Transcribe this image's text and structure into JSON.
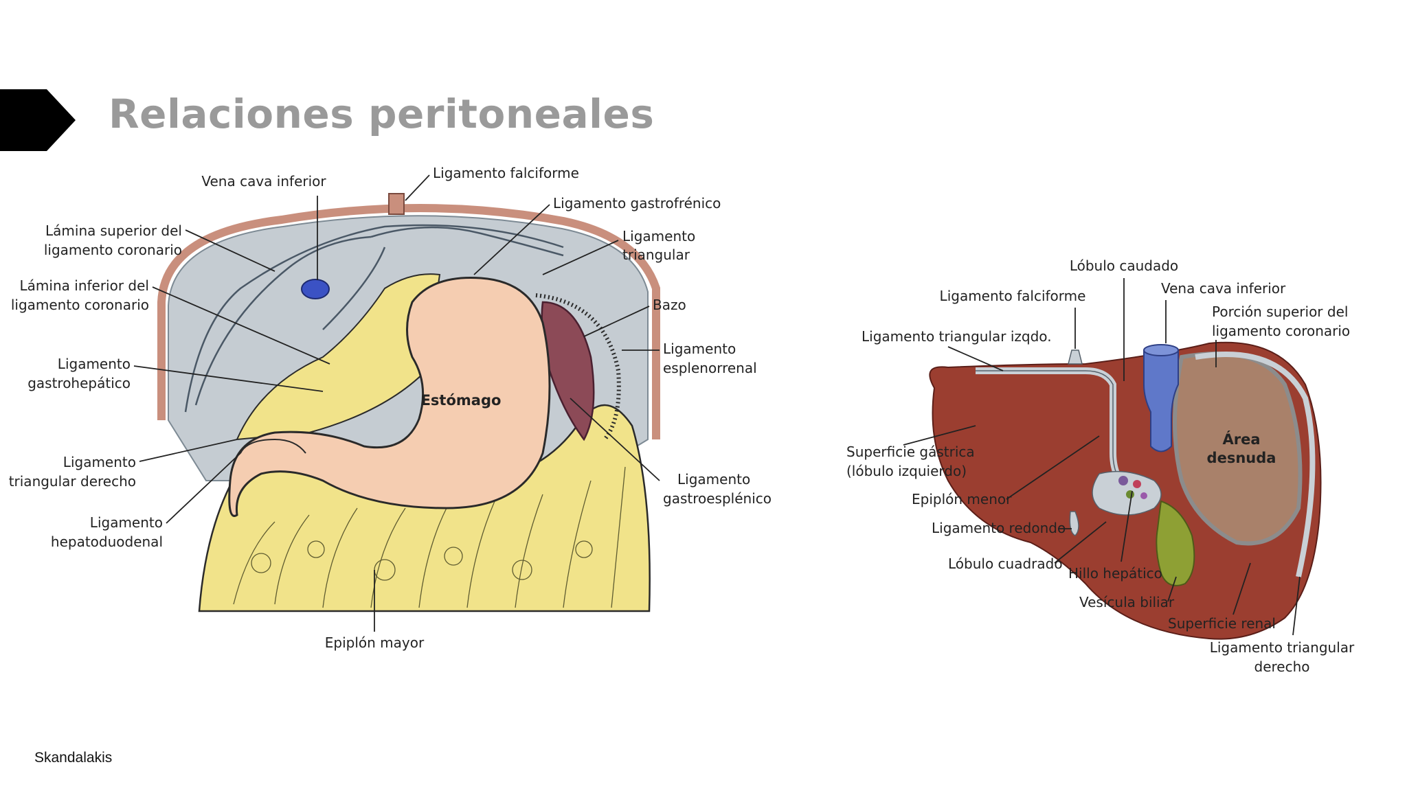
{
  "slide": {
    "title": "Relaciones peritoneales",
    "credit": "Skandalakis"
  },
  "colors": {
    "title_gray": "#9a9a9a",
    "tab_black": "#000000",
    "peritoneum_gray": "#c5ccd2",
    "omentum_yellow": "#f1e38a",
    "stomach_pink": "#f5cdb1",
    "spleen_mauve": "#8c4a57",
    "liver_brown": "#9b3e30",
    "bare_area": "#a9816a",
    "ivc_blue": "#5f78c9",
    "gallbladder_green": "#8ea034"
  },
  "left_figure": {
    "organ_label": "Estómago",
    "labels": {
      "vena_cava": "Vena cava inferior",
      "falciforme": "Ligamento falciforme",
      "gastrofrenico": "Ligamento gastrofrénico",
      "triangular_1": "Ligamento",
      "triangular_2": "triangular",
      "lam_sup_1": "Lámina superior del",
      "lam_sup_2": "ligamento coronario",
      "lam_inf_1": "Lámina inferior del",
      "lam_inf_2": "ligamento coronario",
      "bazo": "Bazo",
      "esplenorrenal_1": "Ligamento",
      "esplenorrenal_2": "esplenorrenal",
      "gastrohep_1": "Ligamento",
      "gastrohep_2": "gastrohepático",
      "tri_der_1": "Ligamento",
      "tri_der_2": "triangular derecho",
      "gastroespl_1": "Ligamento",
      "gastroespl_2": "gastroesplénico",
      "hepatoduod_1": "Ligamento",
      "hepatoduod_2": "hepatoduodenal",
      "epiplon_mayor": "Epiplón mayor"
    }
  },
  "right_figure": {
    "area_1": "Área",
    "area_2": "desnuda",
    "labels": {
      "lobulo_caudado": "Lóbulo caudado",
      "falciforme": "Ligamento falciforme",
      "vena_cava": "Vena cava inferior",
      "coron_1": "Porción superior del",
      "coron_2": "ligamento coronario",
      "tri_izq": "Ligamento triangular izqdo.",
      "sup_gastrica_1": "Superficie gástrica",
      "sup_gastrica_2": "(lóbulo izquierdo)",
      "epiplon_menor": "Epiplón menor",
      "redondo": "Ligamento redondo",
      "cuadrado": "Lóbulo cuadrado",
      "hilio": "Hillo hepático",
      "vesicula": "Vesícula biliar",
      "renal": "Superficie renal",
      "tri_der_1": "Ligamento triangular",
      "tri_der_2": "derecho"
    }
  }
}
